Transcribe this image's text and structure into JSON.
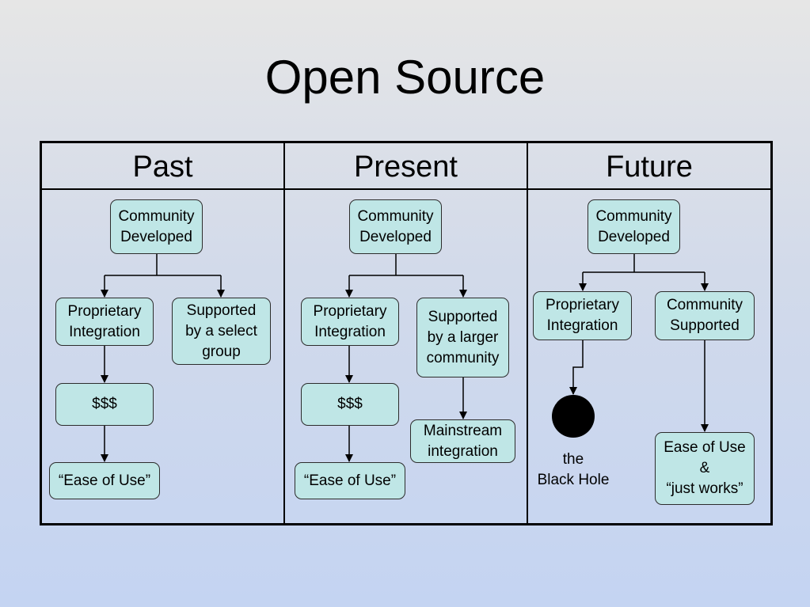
{
  "title": "Open Source",
  "columns": [
    "Past",
    "Present",
    "Future"
  ],
  "past": {
    "root": "Community\nDeveloped",
    "left": "Proprietary\nIntegration",
    "right": "Supported\nby a select\ngroup",
    "money": "$$$",
    "ease": "“Ease of Use”"
  },
  "present": {
    "root": "Community\nDeveloped",
    "left": "Proprietary\nIntegration",
    "right": "Supported\nby a larger\ncommunity",
    "money": "$$$",
    "ease": "“Ease of Use”",
    "mainstream": "Mainstream\nintegration"
  },
  "future": {
    "root": "Community\nDeveloped",
    "left": "Proprietary\nIntegration",
    "right": "Community\nSupported",
    "ease": "Ease of Use\n&\n“just works”",
    "black_hole_label": "the\nBlack Hole"
  },
  "colors": {
    "box_fill": "#bfe6e6",
    "box_border": "#2c2c2c",
    "background_top": "#e6e6e6",
    "background_bottom": "#c4d4f2"
  }
}
